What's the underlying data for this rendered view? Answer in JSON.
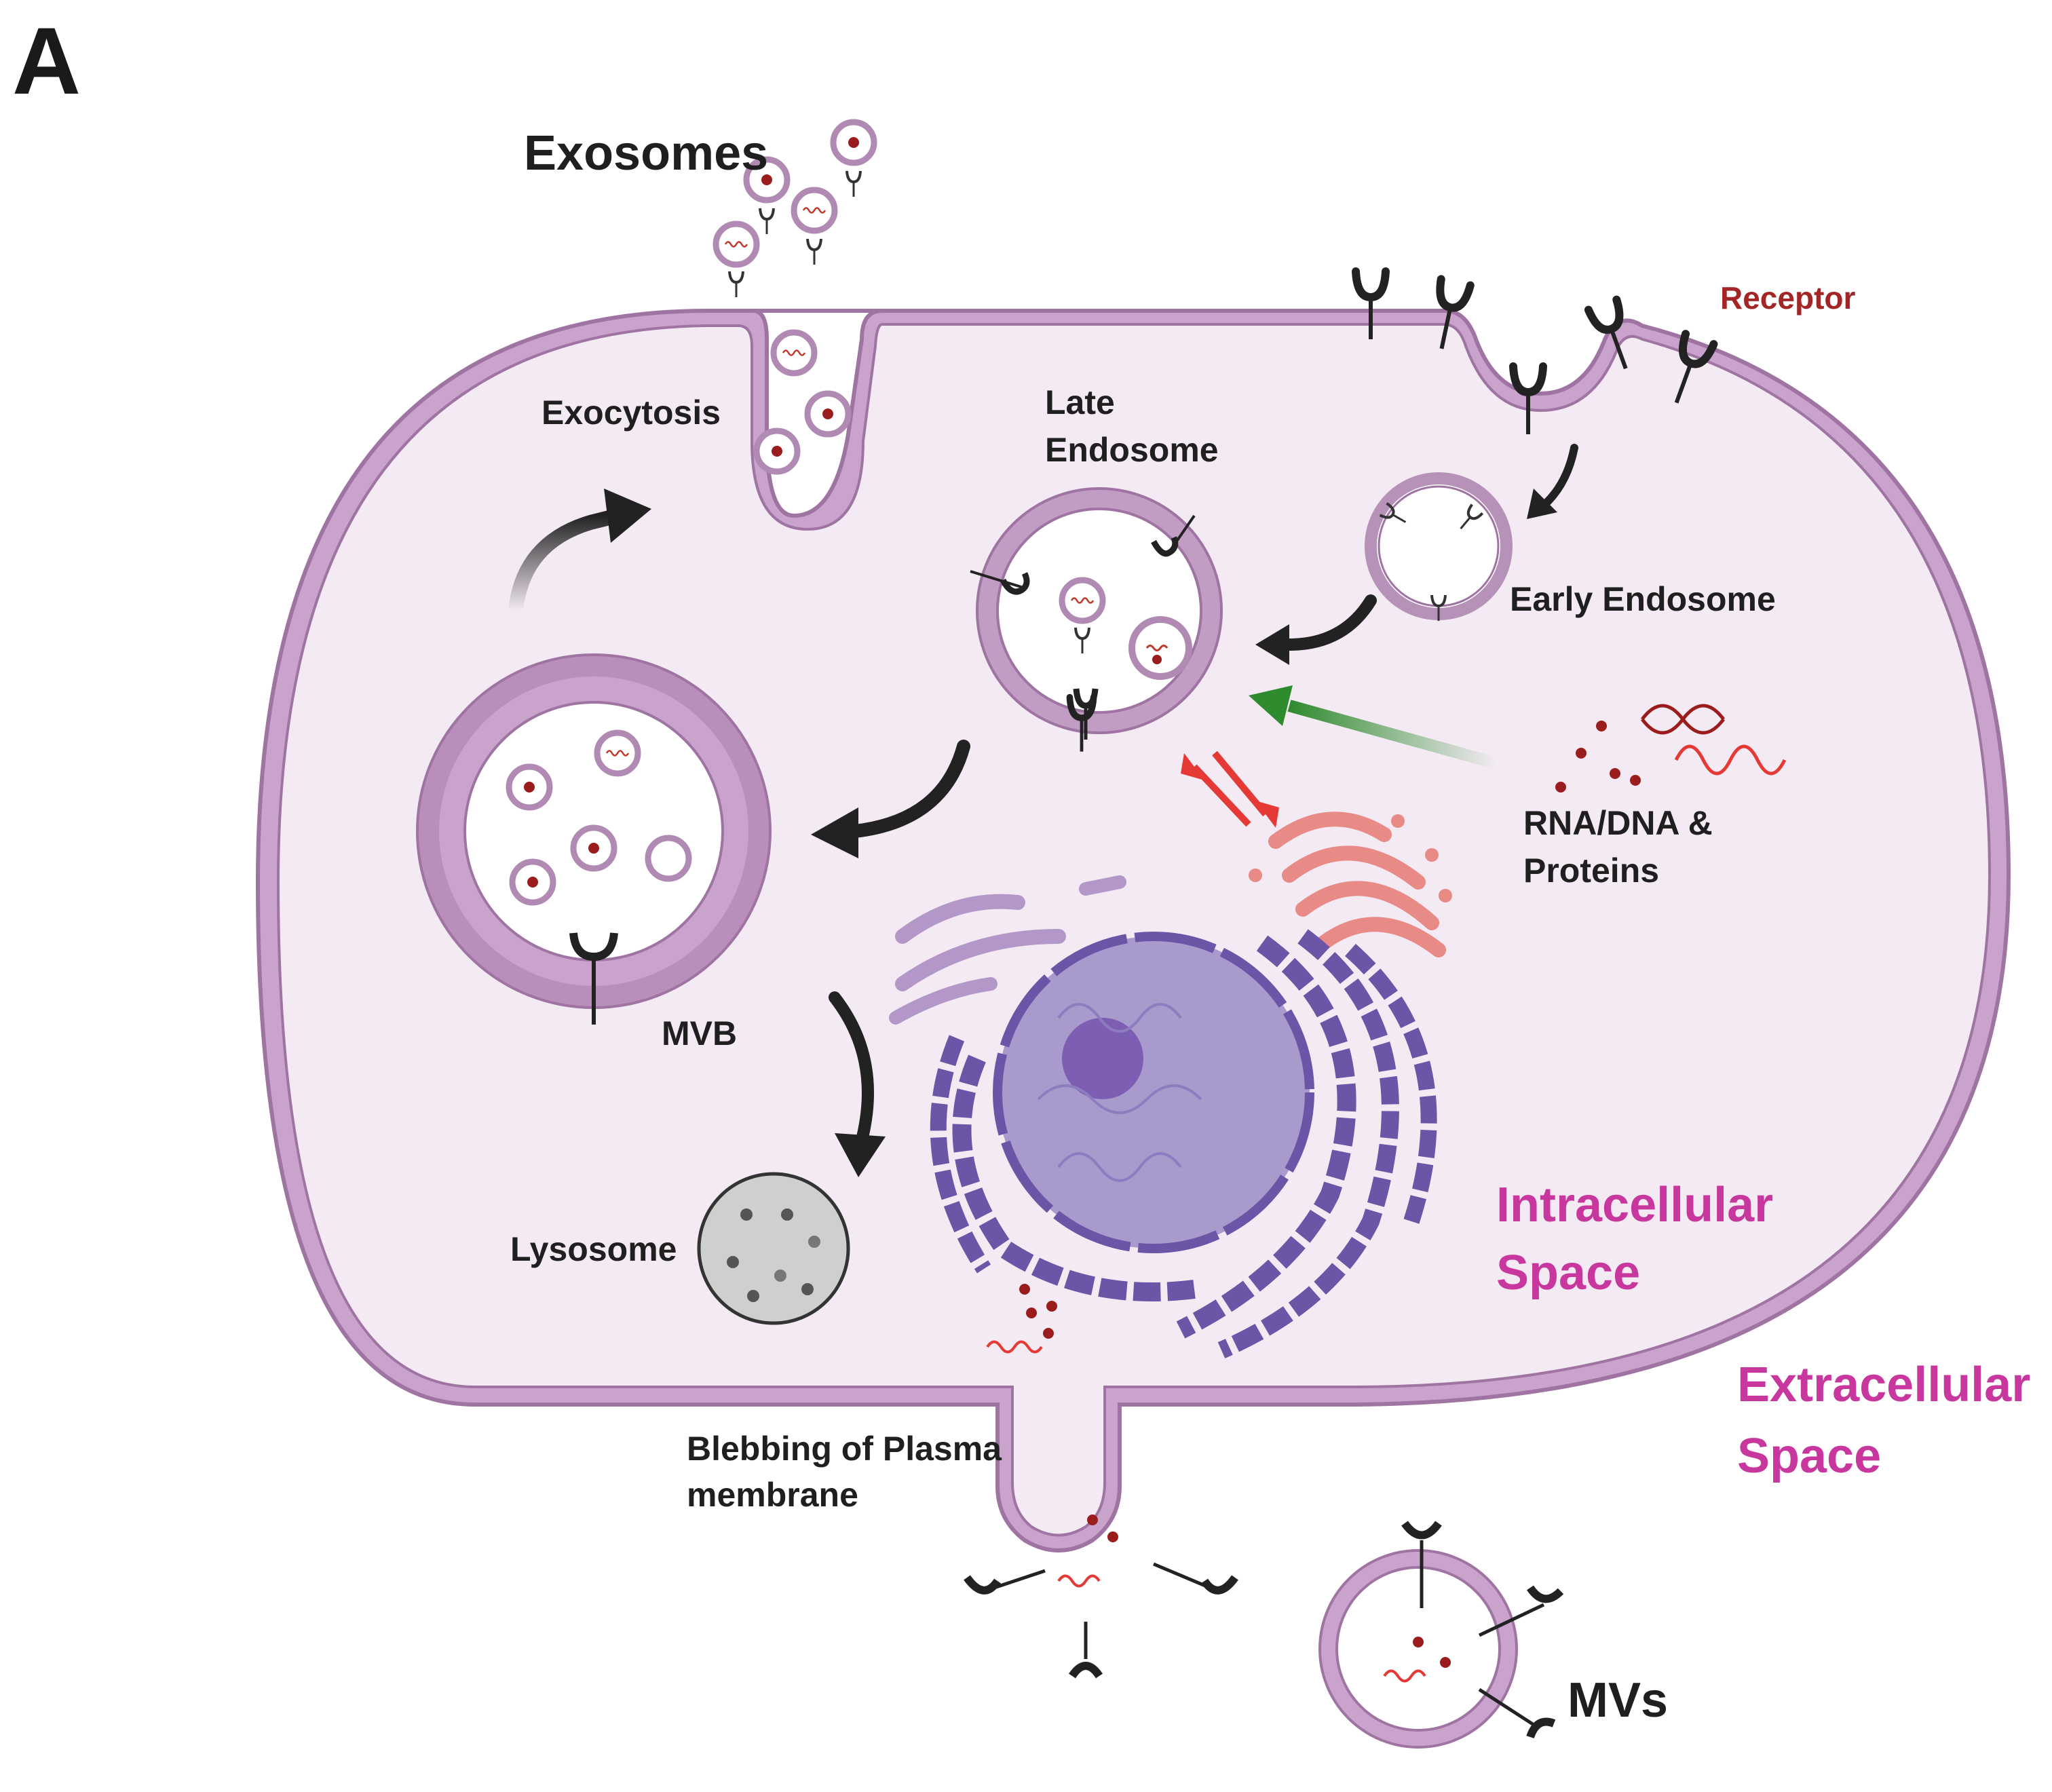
{
  "panel_letter": "A",
  "labels": {
    "exosomes": "Exosomes",
    "receptor": "Receptor",
    "exocytosis": "Exocytosis",
    "late_endosome_1": "Late",
    "late_endosome_2": "Endosome",
    "early_endosome": "Early Endosome",
    "mvb": "MVB",
    "rna_dna_1": "RNA/DNA &",
    "rna_dna_2": "Proteins",
    "lysosome": "Lysosome",
    "intracellular_1": "Intracellular",
    "intracellular_2": "Space",
    "extracellular_1": "Extracellular",
    "extracellular_2": "Space",
    "blebbing_1": "Blebbing of Plasma",
    "blebbing_2": "membrane",
    "mvs": "MVs"
  },
  "colors": {
    "membrane": "#a57aa7",
    "membrane_light": "#d8bfd9",
    "cytoplasm": "#f3eaf3",
    "cargo_red": "#9b1c1c",
    "highlight_magenta": "#c8379d",
    "receptor_label": "#a32525",
    "nucleus": "#7f6bb8",
    "er": "#6a55a6",
    "golgi": "#e2807d",
    "green_arrow": "#2e8b2e"
  },
  "icons": [
    "receptor-icon",
    "exosome-icon",
    "nucleus-icon",
    "golgi-icon",
    "endoplasmic-reticulum-icon",
    "lysosome-icon",
    "dna-helix-icon",
    "rna-strand-icon"
  ]
}
